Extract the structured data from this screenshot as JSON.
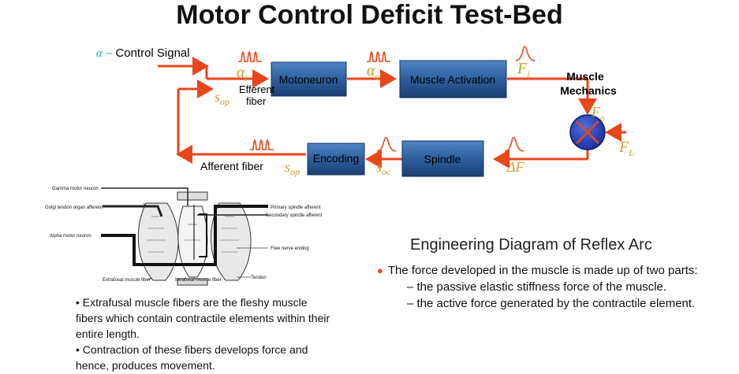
{
  "title": "Motor Control Deficit Test-Bed",
  "diagram": {
    "input": {
      "alpha_symbol": "α",
      "dash": " –",
      "label": "Control Signal"
    },
    "blocks": {
      "motoneuron": "Motoneuron",
      "muscle_activation": "Muscle Activation",
      "spindle": "Spindle",
      "encoding": "Encoding"
    },
    "muscle_mechanics": {
      "line1": "Muscle",
      "line2": "Mechanics"
    },
    "labels": {
      "efferent_fiber_line1": "Efferent",
      "efferent_fiber_line2": "fiber",
      "afferent_fiber": "Afferent fiber"
    },
    "symbols": {
      "alpha_i": "α",
      "alpha_i_sub": "i",
      "alpha_o": "α",
      "alpha_o_sub": "o",
      "F_i": "F",
      "F_i_sub": "i",
      "F_o": "F",
      "F_o_sub": "o",
      "F_L": "F",
      "F_L_sub": "L",
      "delta_F": "ΔF",
      "s_op_top": "s",
      "s_op_top_sub": "op",
      "s_op_bottom": "s",
      "s_op_bottom_sub": "op",
      "s_oc": "s",
      "s_oc_sub": "oc"
    },
    "colors": {
      "arrow": "#e8471c",
      "block_fill": "#2d5f9e",
      "block_dark": "#1b3f73",
      "symbol": "#c8a12a",
      "alpha": "#29a9e0"
    }
  },
  "anatomy": {
    "labels": {
      "gamma_motor_neuron": "Gamma motor neuron",
      "golgi_tendon_organ_afferent": "Golgi tendon organ afferent",
      "alpha_motor_neuron": "Alpha motor neuron",
      "primary_spindle_afferent": "Primary spindle afferent",
      "secondary_spindle_afferent": "Secondary spindle afferent",
      "free_nerve_ending": "Free nerve ending",
      "extrafusal_muscle_fiber": "Extrafusal muscle fiber",
      "intrafusal_muscle_fiber": "Intrafusal muscle fiber",
      "tendon": "Tendon"
    }
  },
  "engineering": {
    "title": "Engineering Diagram of Reflex Arc",
    "bullet": "The force developed in the muscle is made up of two parts:",
    "sub_items": [
      "– the passive elastic stiffness force of the muscle.",
      "– the active force generated by the contractile element."
    ]
  },
  "notes": [
    "• Extrafusal muscle fibers are the fleshy muscle fibers which contain contractile elements within their entire length.",
    "• Contraction of these fibers develops force and hence, produces movement."
  ]
}
